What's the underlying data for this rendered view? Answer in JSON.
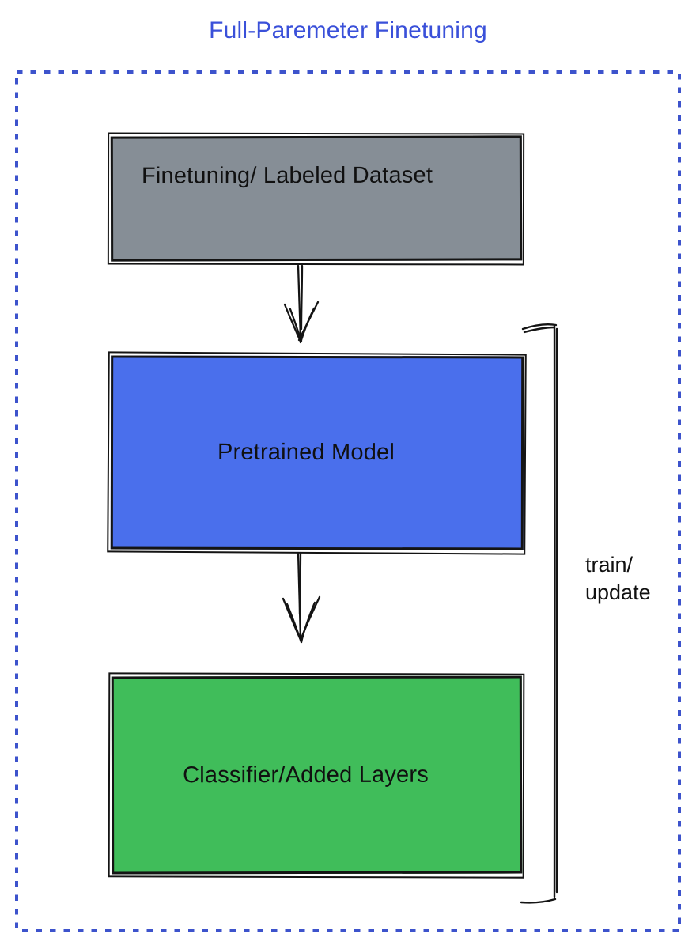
{
  "title": "Full-Paremeter Finetuning",
  "colors": {
    "title_text": "#3a50d9",
    "dotted_border": "#3d53cc",
    "node_border": "#141414",
    "dataset_fill": "#868e96",
    "pretrained_fill": "#4a6fec",
    "classifier_fill": "#40bd5a",
    "arrow_stroke": "#141414",
    "label_text": "#101010"
  },
  "diagram": {
    "nodes": [
      {
        "id": "dataset",
        "label": "Finetuning/ Labeled Dataset",
        "fill": "#868e96"
      },
      {
        "id": "pretrained",
        "label": "Pretrained Model",
        "fill": "#4a6fec"
      },
      {
        "id": "classifier",
        "label": "Classifier/Added Layers",
        "fill": "#40bd5a"
      }
    ],
    "edges": [
      {
        "from": "dataset",
        "to": "pretrained",
        "type": "arrow-down"
      },
      {
        "from": "pretrained",
        "to": "classifier",
        "type": "arrow-down"
      }
    ],
    "bracket": {
      "label": "train/\nupdate",
      "spans": [
        "pretrained",
        "classifier"
      ]
    }
  }
}
